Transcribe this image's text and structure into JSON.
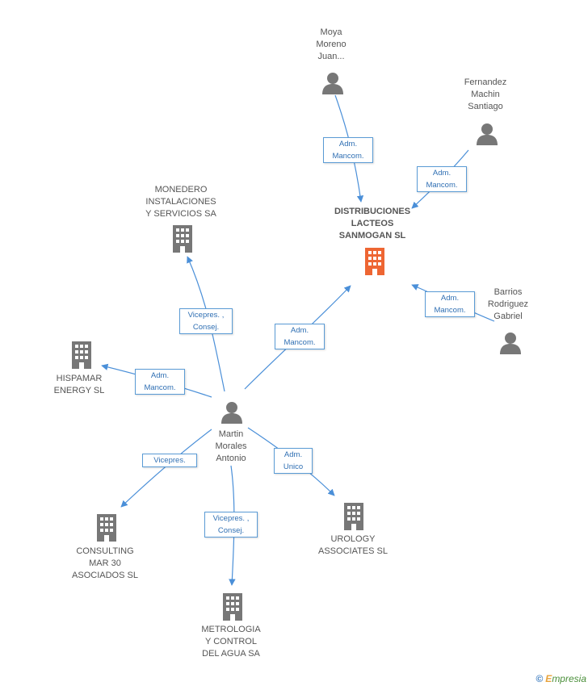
{
  "colors": {
    "edge": "#4a8fd8",
    "node_gray": "#777777",
    "node_highlight": "#ee6633",
    "label_border": "#5a9bd5",
    "label_text": "#2f6fb3"
  },
  "nodes": {
    "moya": {
      "label": "Moya\nMoreno\nJuan...",
      "icon": "person-icon"
    },
    "fernandez": {
      "label": "Fernandez\nMachin\nSantiago",
      "icon": "person-icon"
    },
    "distribuciones": {
      "label": "DISTRIBUCIONES\nLACTEOS\nSANMOGAN SL",
      "icon": "building-icon"
    },
    "barrios": {
      "label": "Barrios\nRodriguez\nGabriel",
      "icon": "person-icon"
    },
    "monedero": {
      "label": "MONEDERO\nINSTALACIONES\nY SERVICIOS SA",
      "icon": "building-icon"
    },
    "hispamar": {
      "label": "HISPAMAR\nENERGY SL",
      "icon": "building-icon"
    },
    "martin": {
      "label": "Martin\nMorales\nAntonio",
      "icon": "person-icon"
    },
    "consulting": {
      "label": "CONSULTING\nMAR 30\nASOCIADOS SL",
      "icon": "building-icon"
    },
    "urology": {
      "label": "UROLOGY\nASSOCIATES SL",
      "icon": "building-icon"
    },
    "metrologia": {
      "label": "METROLOGIA\nY CONTROL\nDEL AGUA SA",
      "icon": "building-icon"
    }
  },
  "edges": {
    "moya_dist": "Adm.\nMancom.",
    "fern_dist": "Adm.\nMancom.",
    "barr_dist": "Adm.\nMancom.",
    "mart_dist": "Adm.\nMancom.",
    "mart_mone": "Vicepres. ,\nConsej.",
    "mart_hisp": "Adm.\nMancom.",
    "mart_cons": "Vicepres.",
    "mart_metr": "Vicepres. ,\nConsej.",
    "mart_urol": "Adm.\nUnico"
  },
  "footer": {
    "copyright": "©",
    "brand_initial": "E",
    "brand_rest": "mpresia"
  }
}
